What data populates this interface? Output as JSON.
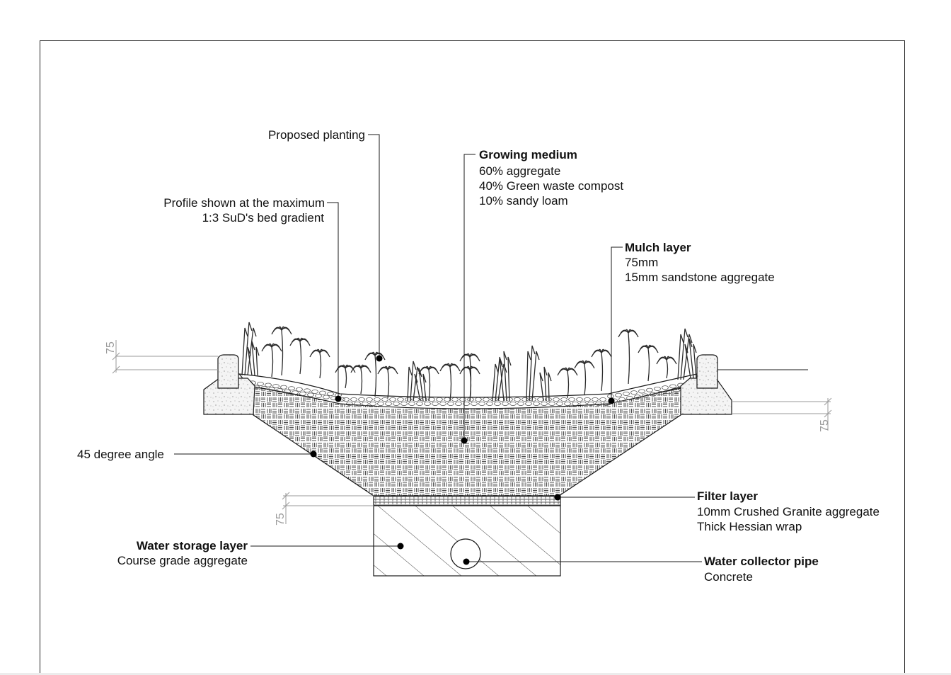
{
  "labels": {
    "proposed_planting": "Proposed planting",
    "profile_line1": "Profile shown at the maximum",
    "profile_line2": "1:3 SuD's bed gradient",
    "growing_title": "Growing medium",
    "growing_line1": "60% aggregate",
    "growing_line2": "40% Green waste compost",
    "growing_line3": "10% sandy loam",
    "mulch_title": "Mulch layer",
    "mulch_line1": "75mm",
    "mulch_line2": "15mm sandstone aggregate",
    "angle": "45 degree angle",
    "filter_title": "Filter layer",
    "filter_line1": "10mm Crushed Granite aggregate",
    "filter_line2": "Thick Hessian wrap",
    "storage_title": "Water storage layer",
    "storage_line1": "Course grade aggregate",
    "pipe_title": "Water collector pipe",
    "pipe_line1": "Concrete"
  },
  "dimensions": {
    "kerb_left": "75",
    "kerb_right": "75",
    "filter": "75"
  },
  "colors": {
    "line": "#1a1a1a",
    "dimension": "#9a9a9a",
    "concrete_fill": "#f4f4f4"
  }
}
